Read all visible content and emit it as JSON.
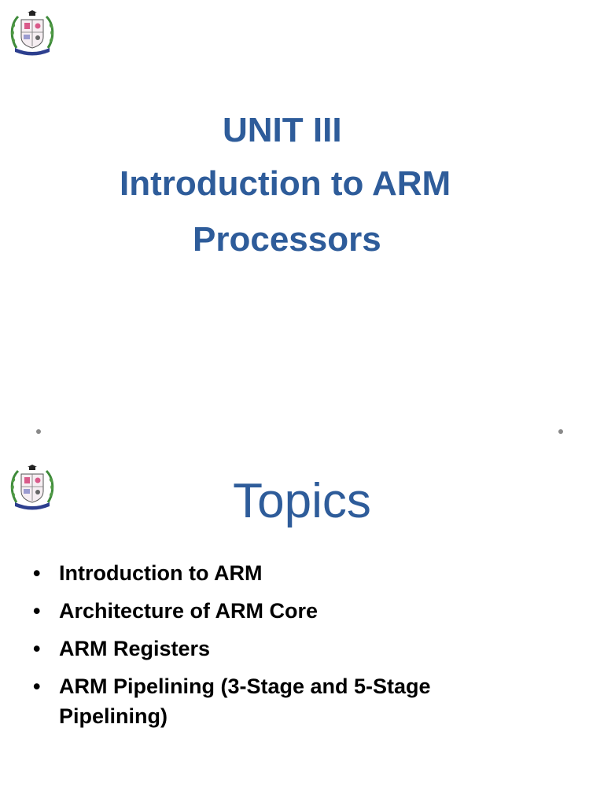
{
  "slides": [
    {
      "title_lines": [
        "UNIT III",
        "Introduction to ARM",
        "Processors"
      ],
      "logo": {
        "icon": "college-emblem-icon"
      }
    },
    {
      "heading": "Topics",
      "logo": {
        "icon": "college-emblem-icon"
      },
      "bullets": [
        "Introduction to ARM",
        "Architecture of ARM Core",
        "ARM Registers",
        "ARM Pipelining (3-Stage and 5-Stage Pipelining)"
      ],
      "bullet_char": "•"
    }
  ],
  "colors": {
    "title": "#2E5C9A",
    "text": "#000000",
    "emblem_green": "#3e8a3a",
    "emblem_blue": "#2d3f8f",
    "emblem_pink": "#d95a8a"
  }
}
